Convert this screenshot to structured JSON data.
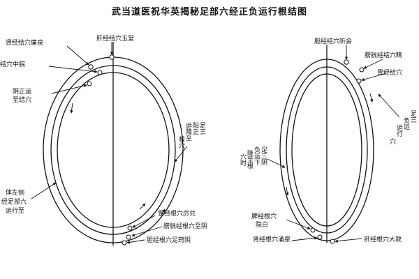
{
  "title": "武当道医祝华英揭秘足部六经正负运行根结图",
  "left": {
    "labels": {
      "top_center": "肝经结穴玉堂",
      "top_left_1": "肾经结穴廉泉",
      "top_left_2": "结穴中脘",
      "mid_left_1": "阴正运",
      "mid_left_2": "至结穴",
      "right_vertical_1": "足三",
      "right_vertical_2": "阳正",
      "right_vertical_3": "运降至",
      "right_vertical_4": "根穴",
      "bottom_1": "胃经根穴厉兑",
      "bottom_2": "膀胱经根穴至阴",
      "bottom_3": "胆经根穴足窍阴",
      "bottom_left_1": "体左侧",
      "bottom_left_2": "经足部六",
      "bottom_left_3": "运行至"
    }
  },
  "right": {
    "labels": {
      "top_center": "胆经结穴听会",
      "top_right_1": "膀胱经结穴睛",
      "top_right_2": "胃经结穴",
      "right_vertical_1": "足三",
      "right_vertical_2": "负运",
      "right_vertical_3": "运行",
      "right_vertical_4": "穴",
      "left_vertical_1": "足三阴",
      "left_vertical_2": "负运下",
      "left_vertical_3": "降至根",
      "left_vertical_4": "穴时",
      "bottom_1": "脾经根穴",
      "bottom_2": "隐白",
      "bottom_3": "肾经根穴涌泉",
      "bottom_4": "肝经根穴大敦"
    }
  }
}
